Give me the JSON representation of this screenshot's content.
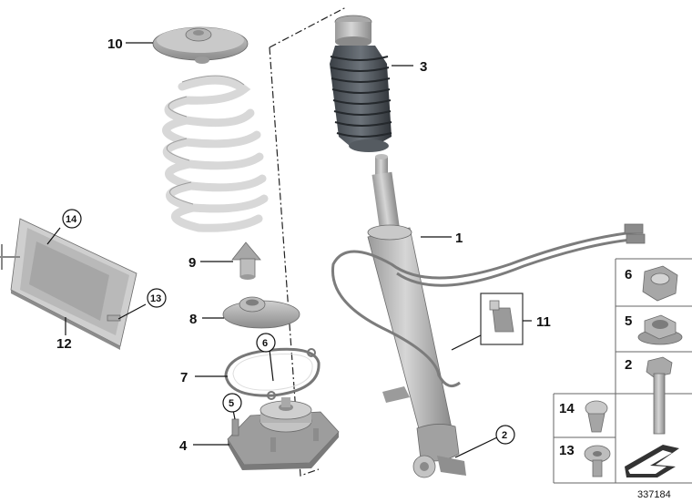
{
  "diagram": {
    "diagram_id": "337184",
    "callouts": {
      "shock_absorber": "1",
      "bolt": "2",
      "dust_boot": "3",
      "support_bearing": "4",
      "nut_bearing": "5",
      "gasket": "6",
      "gasket_lead": "7",
      "spring_pad_lower": "8",
      "bump_stop": "9",
      "spring_pad_upper": "10",
      "connector": "11",
      "control_unit": "12",
      "ctrl_clip": "13",
      "ctrl_rivet": "14",
      "bottom_bolt_circle": "2",
      "grid_6": "6",
      "grid_5": "5",
      "grid_2": "2",
      "grid_14": "14",
      "grid_13": "13"
    }
  }
}
